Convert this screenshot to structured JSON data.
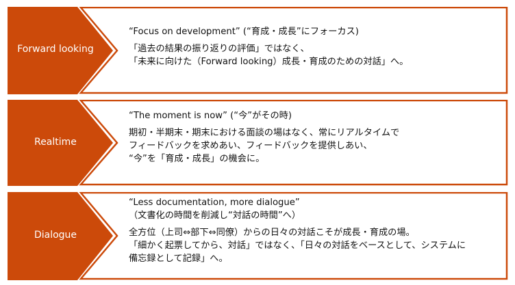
{
  "colors": {
    "accent": "#cc4a0a",
    "border": "#cc4a0a",
    "text": "#111111"
  },
  "rows": [
    {
      "label": "Forward looking",
      "headline": [
        "“Focus on development” (“育成・成長”にフォーカス)"
      ],
      "body": [
        "「過去の結果の振り返りの評価」ではなく、",
        "「未来に向けた（Forward looking）成長・育成のための対話」へ。"
      ]
    },
    {
      "label": "Realtime",
      "headline": [
        "“The moment is now” (“今”がその時)"
      ],
      "body": [
        "期初・半期末・期末における面談の場はなく、常にリアルタイムで",
        "フィードバックを求めあい、フィードバックを提供しあい、",
        "“今”を「育成・成長」の機会に。"
      ]
    },
    {
      "label": "Dialogue",
      "headline": [
        "“Less documentation, more dialogue”",
        "（文書化の時間を削減し“対話の時間”へ）"
      ],
      "body": [
        "全方位（上司⇔部下⇔同僚）からの日々の対話こそが成長・育成の場。",
        "「細かく起票してから、対話」ではなく、「日々の対話をベースとして、システムに",
        "備忘録として記録」へ。"
      ]
    }
  ]
}
